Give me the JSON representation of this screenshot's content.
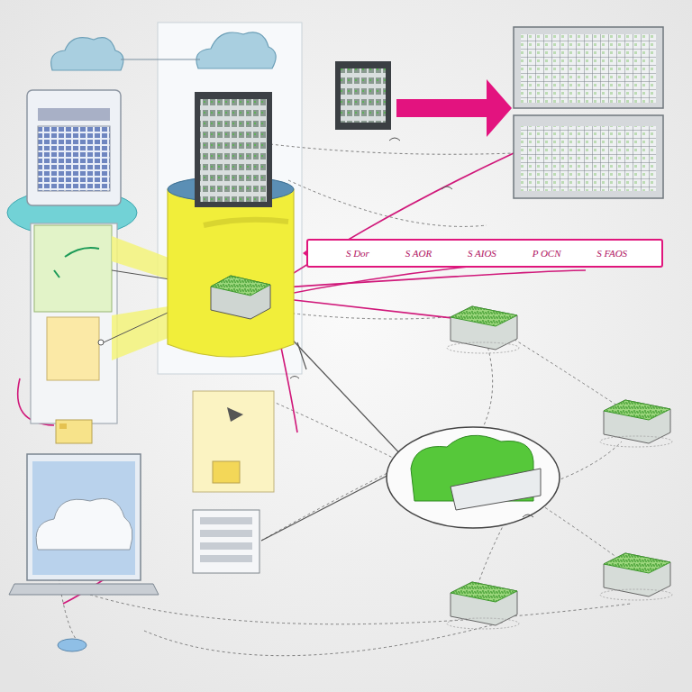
{
  "diagram": {
    "nodes": [
      {
        "text": [
          "S Dor",
          "S AOR",
          "S AIOS",
          "P OCN",
          "S FAOS"
        ]
      }
    ]
  }
}
